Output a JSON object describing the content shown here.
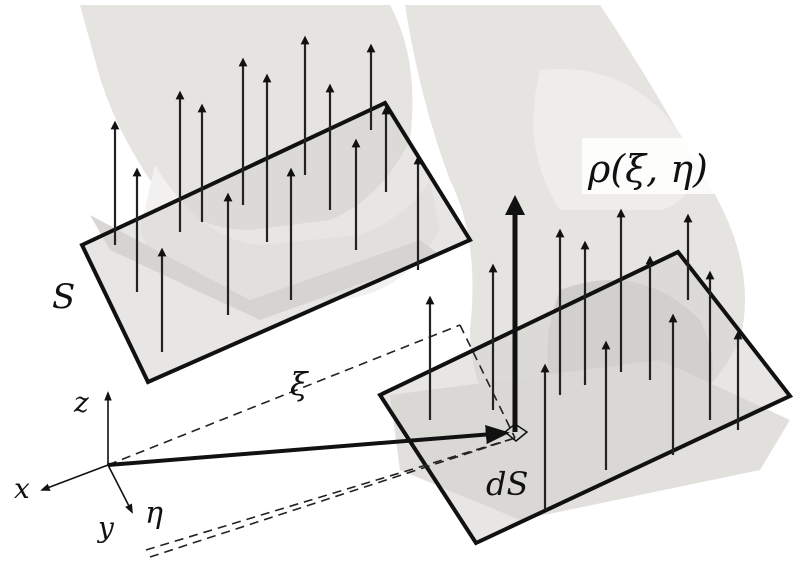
{
  "labels": {
    "surface": "S",
    "pressure": "ρ(ξ, η)",
    "xi": "ξ",
    "eta": "η",
    "area_element": "dS",
    "axis_x": "x",
    "axis_y": "y",
    "axis_z": "z"
  },
  "colors": {
    "foot_fill": "#e6e4e1",
    "foot_shadow": "#c8c6c3",
    "patch_fill": "#d3d1ce",
    "outline": "#111111",
    "arrow": "#111111"
  }
}
